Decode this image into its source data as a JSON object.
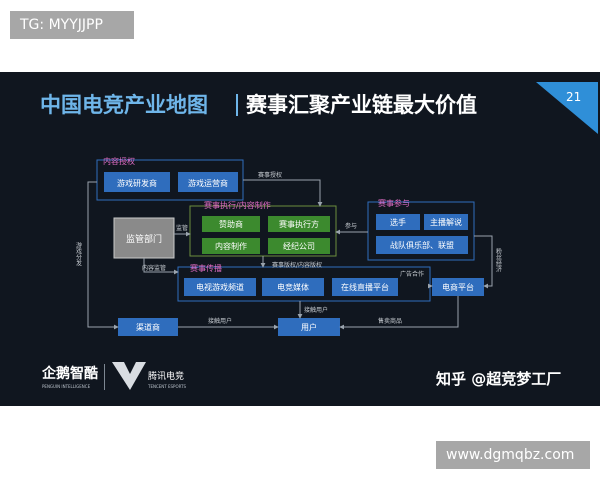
{
  "watermark_top": "TG: MYYJJPP",
  "watermark_bottom": "www.dgmqbz.com",
  "slide": {
    "title_left": "中国电竞产业地图",
    "title_right": "赛事汇聚产业链最大价值",
    "page_number": "21",
    "footer_credit": "知乎 @超竞梦工厂",
    "logo_left": "企鹅智酷",
    "logo_left_sub": "PENGUIN INTELLIGENCE",
    "logo_right": "腾讯电竞",
    "logo_right_sub": "TENCENT ESPORTS"
  },
  "groups": {
    "content_license": "内容授权",
    "event_exec": "赛事执行/内容制作",
    "event_participate": "赛事参与",
    "event_broadcast": "赛事传播"
  },
  "nodes": {
    "game_dev": "游戏研发商",
    "game_ops": "游戏运营商",
    "regulator": "监管部门",
    "sponsor": "赞助商",
    "executor": "赛事执行方",
    "content_prod": "内容制作",
    "broker": "经纪公司",
    "player": "选手",
    "caster": "主播解说",
    "club": "战队俱乐部、联盟",
    "tv_channel": "电视游戏频道",
    "esports_media": "电竞媒体",
    "live_platform": "在线直播平台",
    "ecommerce": "电商平台",
    "channel_vendor": "渠道商",
    "user": "用户"
  },
  "edge_labels": {
    "event_license": "赛事授权",
    "supervise_top": "监管",
    "participate": "参与",
    "supervise_mid": "内容监管",
    "copyright": "赛事版权/内容版权",
    "ad_partner": "广告合作",
    "reach_user_left": "接触用户",
    "reach_user_mid": "接触用户",
    "sell_goods": "售卖商品",
    "game_dist": "游戏分发",
    "fan_economy": "粉丝经济"
  },
  "colors": {
    "background": "#10161f",
    "blue_box": "#2f6dbd",
    "green_box": "#3c8a2e",
    "gray_box": "#8a8a8a",
    "title_blue": "#6fb6ea",
    "line": "#9aa3ad"
  }
}
